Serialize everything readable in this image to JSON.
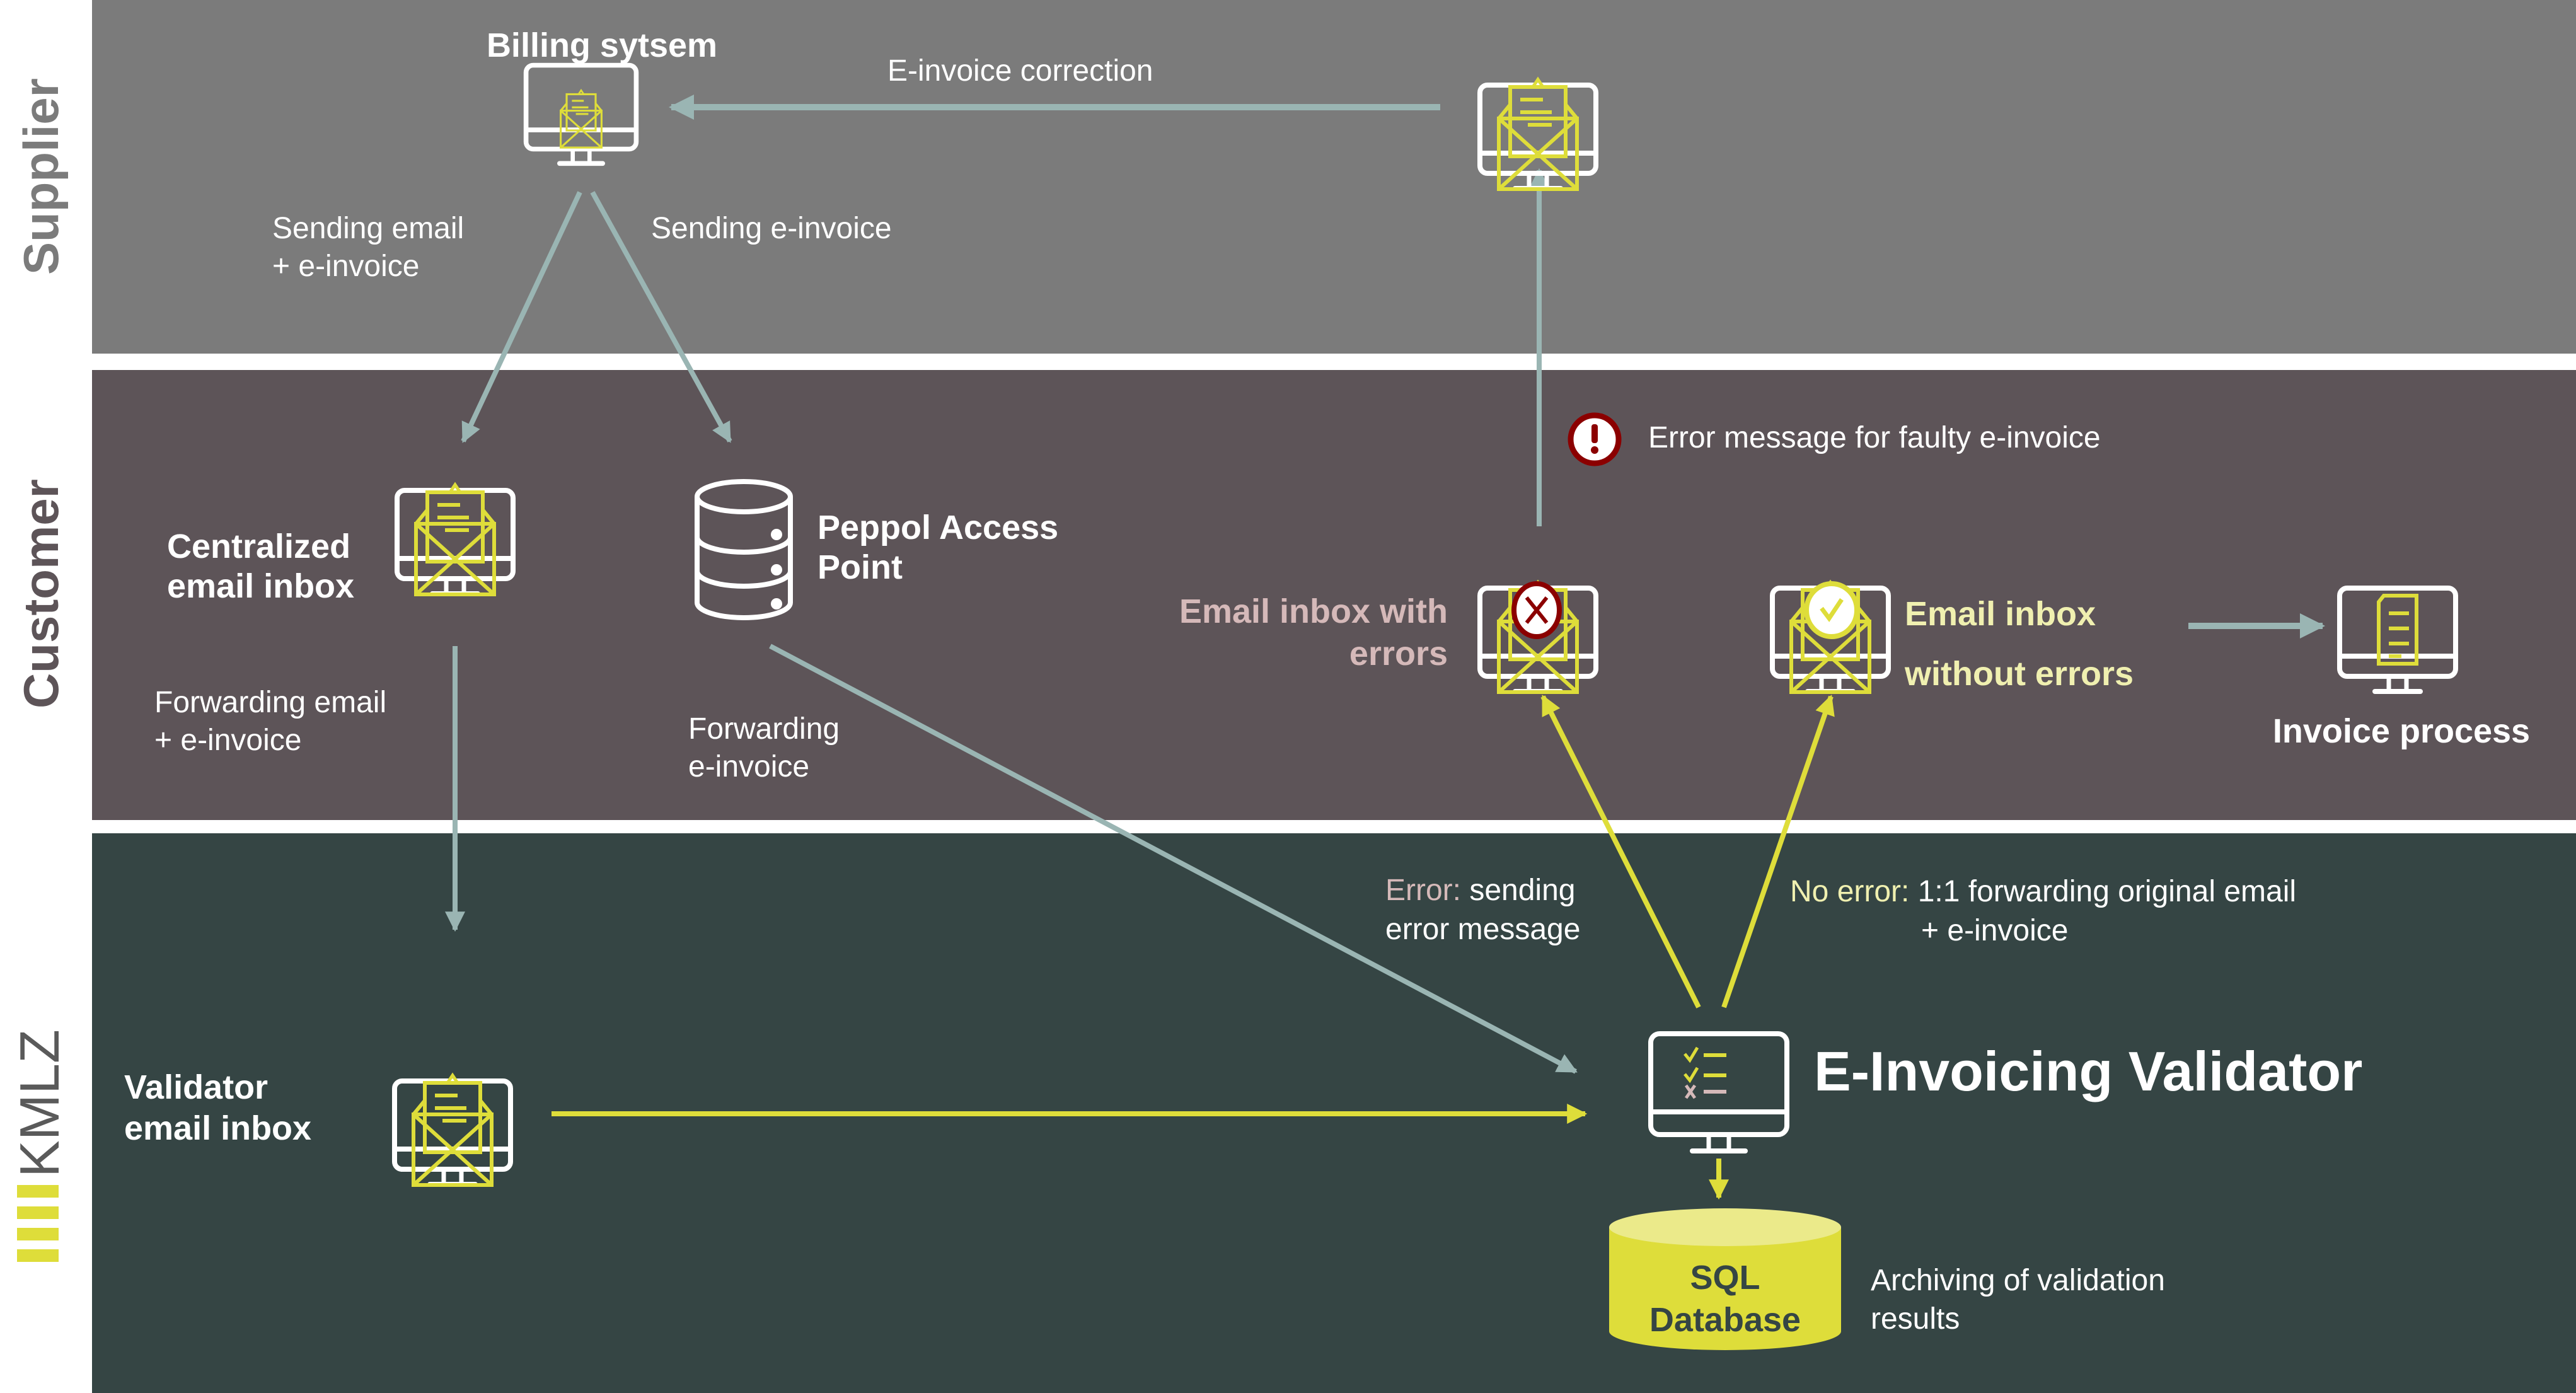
{
  "colors": {
    "supplier_band": "#7b7b7b",
    "customer_band": "#5d5458",
    "kmlz_band": "#354544",
    "accent_yellow": "#dedd3a",
    "arrow_grey": "#9ab5b3",
    "error_pink": "#d5b9b9",
    "error_red": "#8b0000",
    "light_yellow": "#f0f0b0"
  },
  "lanes": {
    "supplier": "Supplier",
    "customer": "Customer",
    "kmlz_logo": "KMLZ"
  },
  "supplier": {
    "billing_system": "Billing sytsem",
    "correction_label": "E-invoice correction",
    "sending_email_l1": "Sending email",
    "sending_email_l2": "+ e-invoice",
    "sending_einvoice": "Sending e-invoice"
  },
  "customer": {
    "central_inbox_l1": "Centralized",
    "central_inbox_l2": "email inbox",
    "peppol_l1": "Peppol Access",
    "peppol_l2": "Point",
    "fwd_email_l1": "Forwarding email",
    "fwd_email_l2": "+ e-invoice",
    "fwd_einvoice_l1": "Forwarding",
    "fwd_einvoice_l2": "e-invoice",
    "error_message": "Error message for faulty e-invoice",
    "inbox_errors_l1": "Email inbox with",
    "inbox_errors_l2": "errors",
    "inbox_ok_l1": "Email inbox",
    "inbox_ok_l2": "without errors",
    "invoice_process": "Invoice process"
  },
  "kmlz": {
    "validator_inbox_l1": "Validator",
    "validator_inbox_l2": "email inbox",
    "validator_title": "E-Invoicing Validator",
    "error_prefix": "Error:",
    "error_l1": " sending",
    "error_l2": "error message",
    "noerror_prefix": "No error:",
    "noerror_l1": " 1:1 forwarding original email",
    "noerror_l2": "+ e-invoice",
    "sql_l1": "SQL",
    "sql_l2": "Database",
    "archive_l1": "Archiving of validation",
    "archive_l2": "results"
  },
  "icons": {
    "email_monitor": "monitor-with-open-envelope",
    "database": "server-stack",
    "error": "exclamation-circle",
    "reject": "x-circle",
    "accept": "check-circle",
    "document_monitor": "monitor-with-document",
    "checklist_monitor": "monitor-with-checklist",
    "sql": "database-cylinder"
  }
}
